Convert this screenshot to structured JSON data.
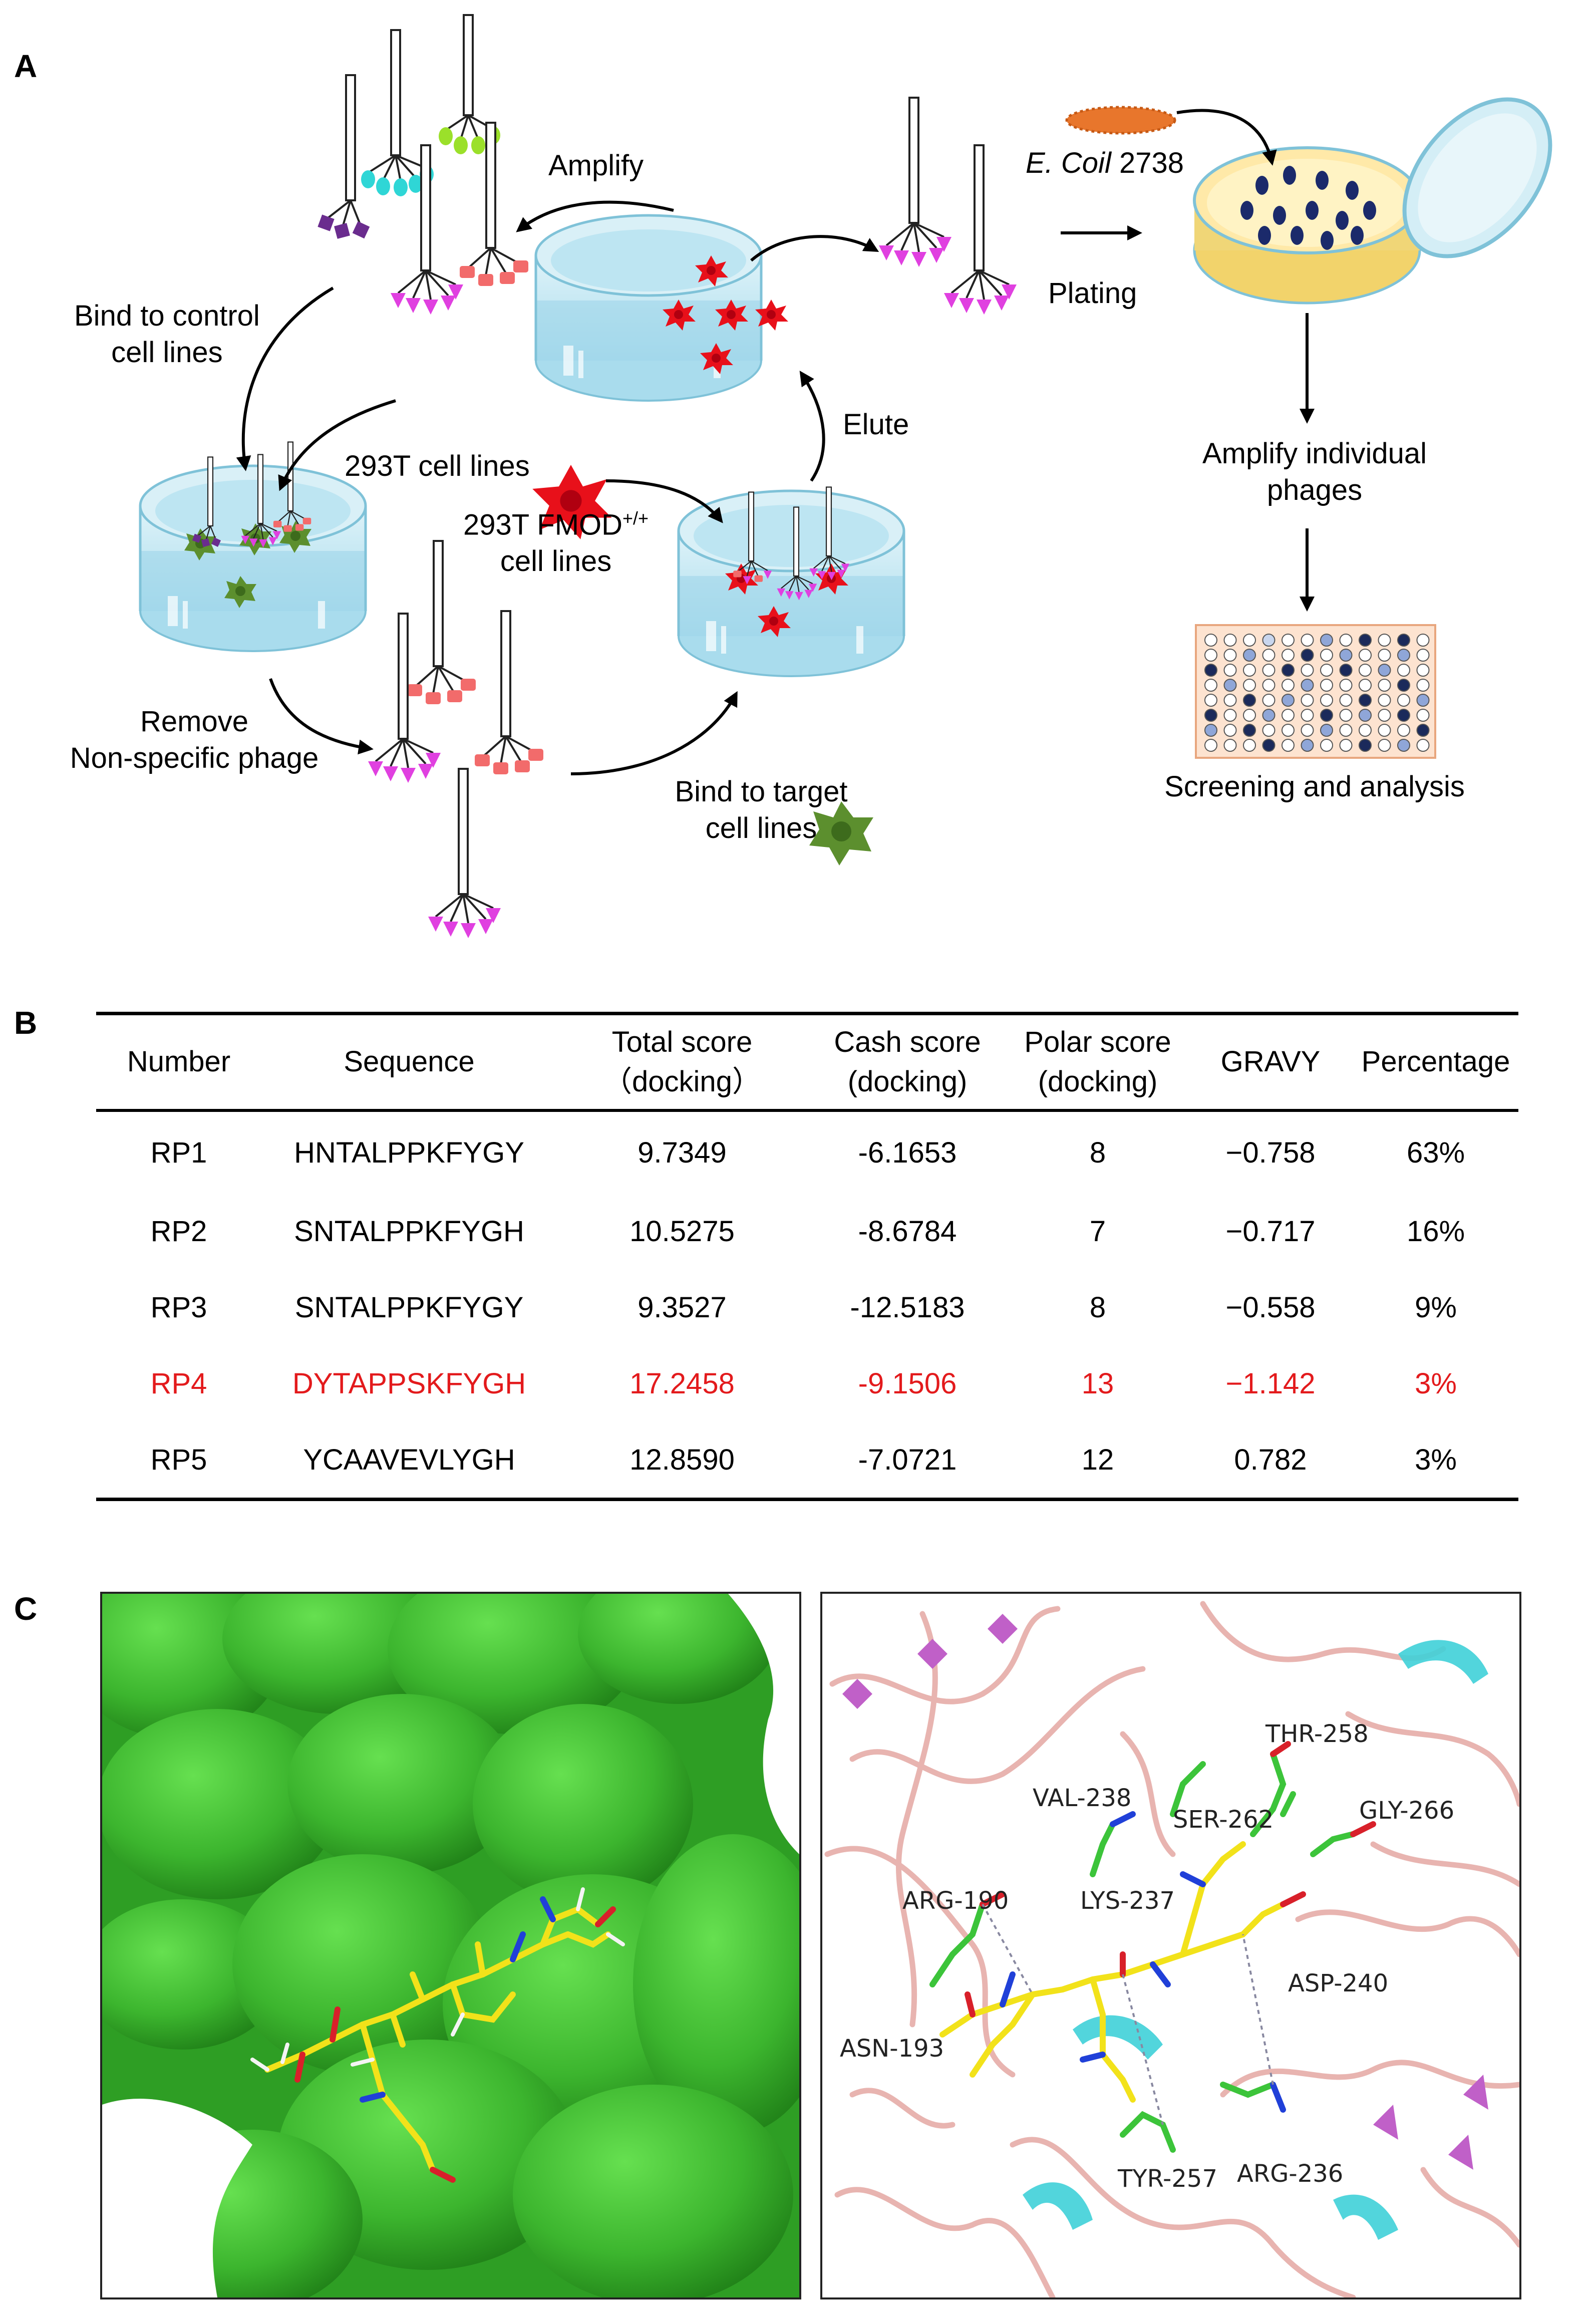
{
  "panels": {
    "a": "A",
    "b": "B",
    "c": "C"
  },
  "panel_a": {
    "amplify": "Amplify",
    "ecoli_name": "E. Coil",
    "ecoli_strain": "2738",
    "plating": "Plating",
    "bind_control_1": "Bind to control",
    "bind_control_2": "cell lines",
    "cells_293t": "293T cell lines",
    "elute": "Elute",
    "fmod_prefix": "293T FMOD",
    "fmod_sup": "+/+",
    "fmod_line2": "cell lines",
    "amplify_individual_1": "Amplify individual",
    "amplify_individual_2": "phages",
    "remove_1": "Remove",
    "remove_2": "Non-specific phage",
    "bind_target_1": "Bind to target",
    "bind_target_2": "cell lines",
    "screening": "Screening and analysis"
  },
  "table": {
    "headers": [
      {
        "l1": "Number",
        "l2": ""
      },
      {
        "l1": "Sequence",
        "l2": ""
      },
      {
        "l1": "Total score",
        "l2": "（docking）"
      },
      {
        "l1": "Cash score",
        "l2": "(docking)"
      },
      {
        "l1": "Polar score",
        "l2": "(docking)"
      },
      {
        "l1": "GRAVY",
        "l2": ""
      },
      {
        "l1": "Percentage",
        "l2": ""
      }
    ],
    "rows": [
      [
        "RP1",
        "HNTALPPKFYGY",
        "9.7349",
        "-6.1653",
        "8",
        "−0.758",
        "63%"
      ],
      [
        "RP2",
        "SNTALPPKFYGH",
        "10.5275",
        "-8.6784",
        "7",
        "−0.717",
        "16%"
      ],
      [
        "RP3",
        "SNTALPPKFYGY",
        "9.3527",
        "-12.5183",
        "8",
        "−0.558",
        "9%"
      ],
      [
        "RP4",
        "DYTAPPSKFYGH",
        "17.2458",
        "-9.1506",
        "13",
        "−1.142",
        "3%"
      ],
      [
        "RP5",
        "YCAAVEVLYGH",
        "12.8590",
        "-7.0721",
        "12",
        "0.782",
        "3%"
      ]
    ],
    "highlight_color": "#e31a1c"
  },
  "panel_c": {
    "residues": [
      "THR-258",
      "VAL-238",
      "SER-262",
      "GLY-266",
      "ARG-190",
      "LYS-237",
      "ASP-240",
      "ASN-193",
      "TYR-257",
      "ARG-236"
    ]
  },
  "colors": {
    "phage_tip": "#e040e0",
    "target_cell": "#e8101a",
    "control_cell": "#5c8f2e",
    "surface": "#3cb52e",
    "dish": "#bfe6f2"
  }
}
